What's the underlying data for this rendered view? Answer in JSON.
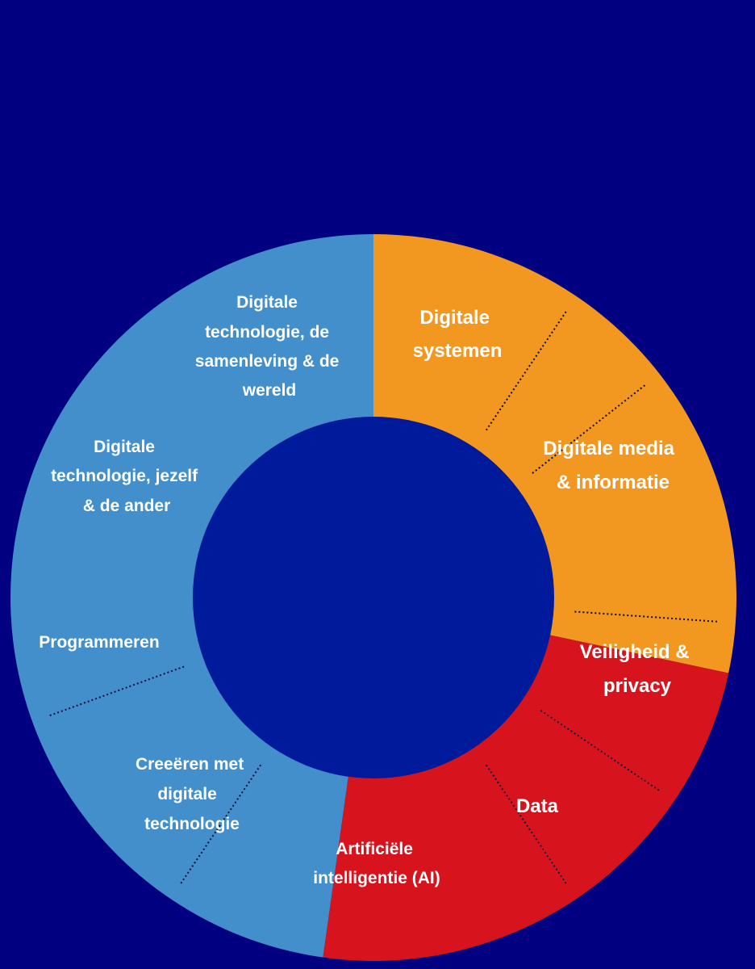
{
  "colors": {
    "background": "#000080",
    "hole": "#001a9c",
    "orange": "#f29720",
    "red": "#d7141e",
    "blue": "#428fcb",
    "divider": "#0b0b3a",
    "label": "#ffffff"
  },
  "ring": {
    "segments": [
      {
        "name": "orange",
        "color": "#f29720",
        "start_deg": 270,
        "end_deg": 372
      },
      {
        "name": "red",
        "color": "#d7141e",
        "start_deg": 372,
        "end_deg": 458
      },
      {
        "name": "blue",
        "color": "#428fcb",
        "start_deg": 458,
        "end_deg": 630
      }
    ],
    "dividers_deg": [
      322,
      394,
      304,
      364,
      416,
      484,
      520
    ]
  },
  "labels": [
    {
      "id": "digitale-systemen",
      "lines": [
        "Digitale",
        "systemen"
      ]
    },
    {
      "id": "digitale-media-informatie",
      "lines": [
        "Digitale media",
        "& informatie"
      ]
    },
    {
      "id": "veiligheid-privacy",
      "lines": [
        "Veiligheid &",
        "privacy"
      ]
    },
    {
      "id": "data",
      "lines": [
        "Data"
      ]
    },
    {
      "id": "artificiele-intelligentie",
      "lines": [
        "Artificiële",
        "intelligentie (AI)"
      ]
    },
    {
      "id": "creeren-met-digitale-technologie",
      "lines": [
        "Creeëren met",
        "digitale",
        "technologie"
      ]
    },
    {
      "id": "programmeren",
      "lines": [
        "Programmeren"
      ]
    },
    {
      "id": "digitale-technologie-jezelf",
      "lines": [
        "Digitale",
        "technologie, jezelf",
        "& de ander"
      ]
    },
    {
      "id": "digitale-technologie-samenleving",
      "lines": [
        "Digitale",
        "technologie, de",
        "samenleving & de",
        "wereld"
      ]
    }
  ]
}
